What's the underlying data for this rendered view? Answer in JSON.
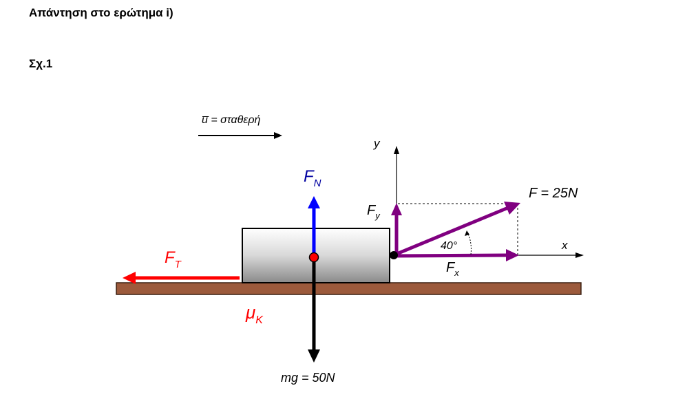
{
  "headings": {
    "answer": "Απάντηση στο ερώτημα i)",
    "figure": "Σχ.1"
  },
  "diagram": {
    "velocity_label": "u̅ = σταθερή",
    "normal_force": {
      "symbol": "F",
      "subscript": "N"
    },
    "friction_force": {
      "symbol": "F",
      "subscript": "T"
    },
    "friction_coefficient": {
      "symbol": "μ",
      "subscript": "K"
    },
    "weight_label": "mg = 50N",
    "applied_force_label": "F = 25N",
    "fy": {
      "symbol": "F",
      "subscript": "y"
    },
    "fx": {
      "symbol": "F",
      "subscript": "x"
    },
    "angle_label": "40°",
    "axis_x": "x",
    "axis_y": "y",
    "colors": {
      "normal": "#0000ff",
      "friction": "#ff0000",
      "applied": "#800080",
      "weight": "#000000",
      "ground": "#9c5a3c"
    }
  }
}
